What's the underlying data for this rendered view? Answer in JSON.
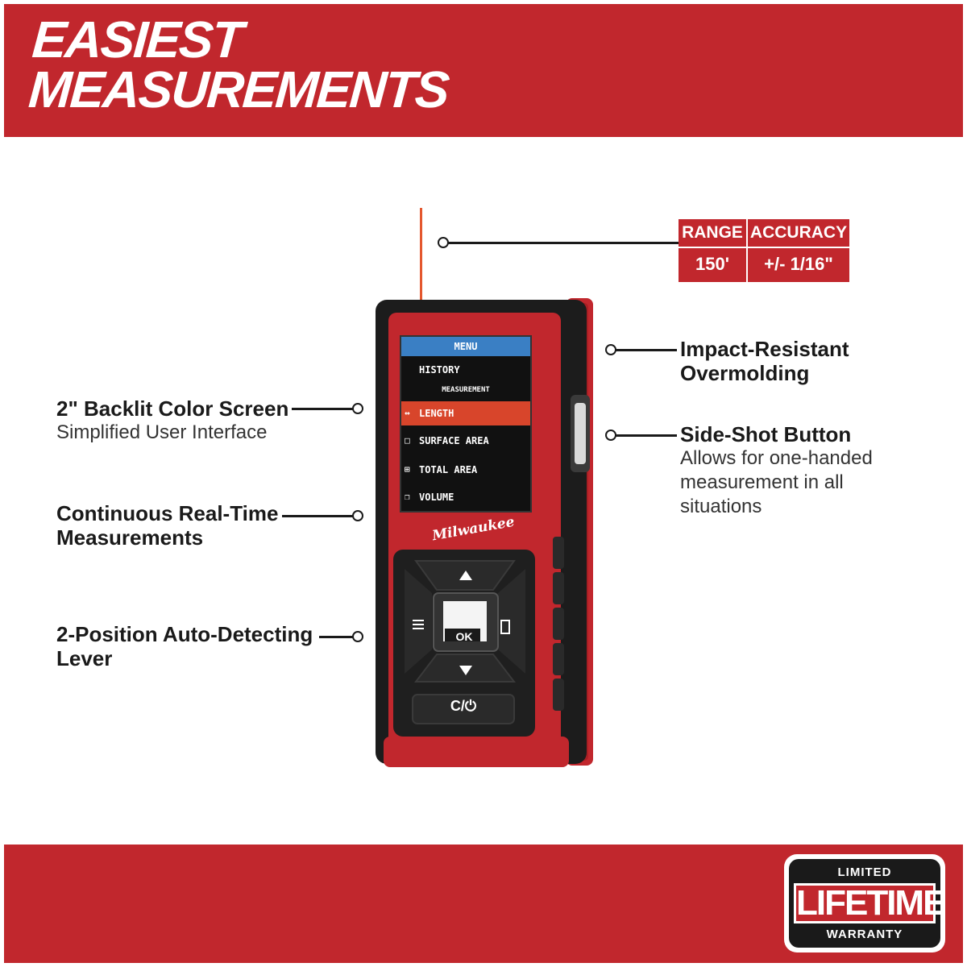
{
  "header": {
    "line1": "EASIEST",
    "line2": "MEASUREMENTS"
  },
  "specs": {
    "headers": [
      "RANGE",
      "ACCURACY"
    ],
    "values": [
      "150'",
      "+/- 1/16\""
    ]
  },
  "callouts": {
    "screen": {
      "title": "2\" Backlit Color Screen",
      "subtitle": "Simplified User Interface"
    },
    "continuous": {
      "title_line1": "Continuous Real-Time",
      "title_line2": "Measurements"
    },
    "lever": {
      "title_line1": "2-Position Auto-Detecting",
      "title_line2": "Lever"
    },
    "overmolding": {
      "title_line1": "Impact-Resistant",
      "title_line2": "Overmolding"
    },
    "sideshot": {
      "title": "Side-Shot Button",
      "sub_line1": "Allows for one-handed",
      "sub_line2": "measurement in all",
      "sub_line3": "situations"
    }
  },
  "device": {
    "brand": "Milwaukee",
    "screen": {
      "menu": "MENU",
      "history": "HISTORY",
      "section": "MEASUREMENT",
      "items": [
        "LENGTH",
        "SURFACE AREA",
        "TOTAL AREA",
        "VOLUME"
      ]
    },
    "keys": {
      "ok": "OK",
      "clear_power": "C/⏻"
    }
  },
  "badge": {
    "top": "LIMITED",
    "middle": "LIFETIME",
    "bottom": "WARRANTY"
  },
  "colors": {
    "brand_red": "#c1272d",
    "screen_blue": "#3a7fc4",
    "highlight": "#d8452b",
    "laser": "#e4572e"
  }
}
